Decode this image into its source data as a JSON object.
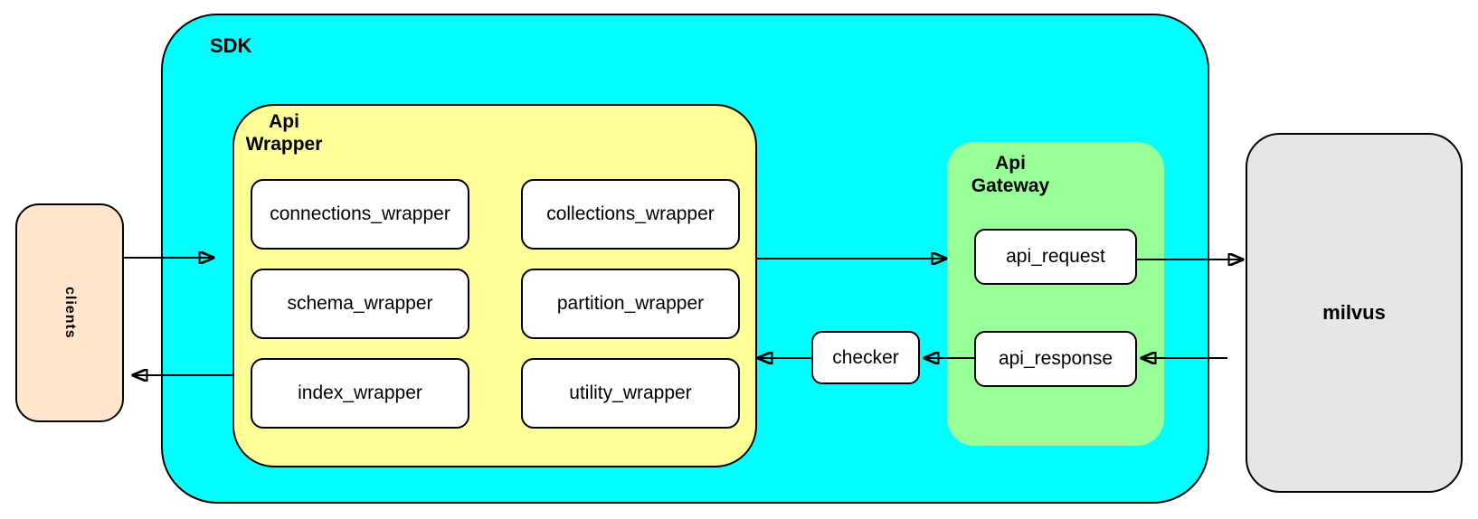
{
  "colors": {
    "canvas_bg": "#ffffff",
    "sdk_bg": "#00ffff",
    "wrapper_bg": "#ffff99",
    "gateway_bg": "#99ff99",
    "clients_bg": "#ffe6cc",
    "milvus_bg": "#e6e6e6",
    "node_bg": "#ffffff",
    "stroke": "#000000"
  },
  "sdk": {
    "label": "SDK"
  },
  "api_wrapper": {
    "label_line1": "Api",
    "label_line2": "Wrapper",
    "nodes": [
      "connections_wrapper",
      "collections_wrapper",
      "schema_wrapper",
      "partition_wrapper",
      "index_wrapper",
      "utility_wrapper"
    ]
  },
  "api_gateway": {
    "label_line1": "Api",
    "label_line2": "Gateway",
    "request": "api_request",
    "response": "api_response"
  },
  "checker": {
    "label": "checker"
  },
  "clients": {
    "label": "clients"
  },
  "milvus": {
    "label": "milvus"
  }
}
